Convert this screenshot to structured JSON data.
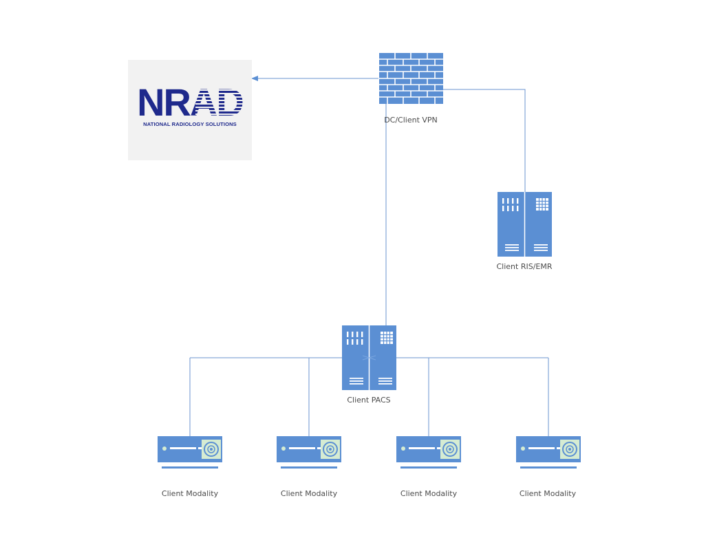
{
  "colors": {
    "device": "#5b8fd3",
    "device_light": "#7aa6e0",
    "line": "#6a93cf",
    "logo_navy": "#1f2a8c",
    "modality_panel": "#d6ecd2"
  },
  "logo": {
    "wordmark": "NRAD",
    "tagline": "NATIONAL RADIOLOGY SOLUTIONS"
  },
  "nodes": {
    "vpn": {
      "label": "DC/Client VPN",
      "icon": "firewall-icon"
    },
    "ris": {
      "label": "Client RIS/EMR",
      "icon": "server-icon"
    },
    "pacs": {
      "label": "Client PACS",
      "icon": "server-icon"
    },
    "modalities": [
      {
        "label": "Client Modality",
        "icon": "modality-device-icon"
      },
      {
        "label": "Client Modality",
        "icon": "modality-device-icon"
      },
      {
        "label": "Client Modality",
        "icon": "modality-device-icon"
      },
      {
        "label": "Client Modality",
        "icon": "modality-device-icon"
      }
    ]
  }
}
